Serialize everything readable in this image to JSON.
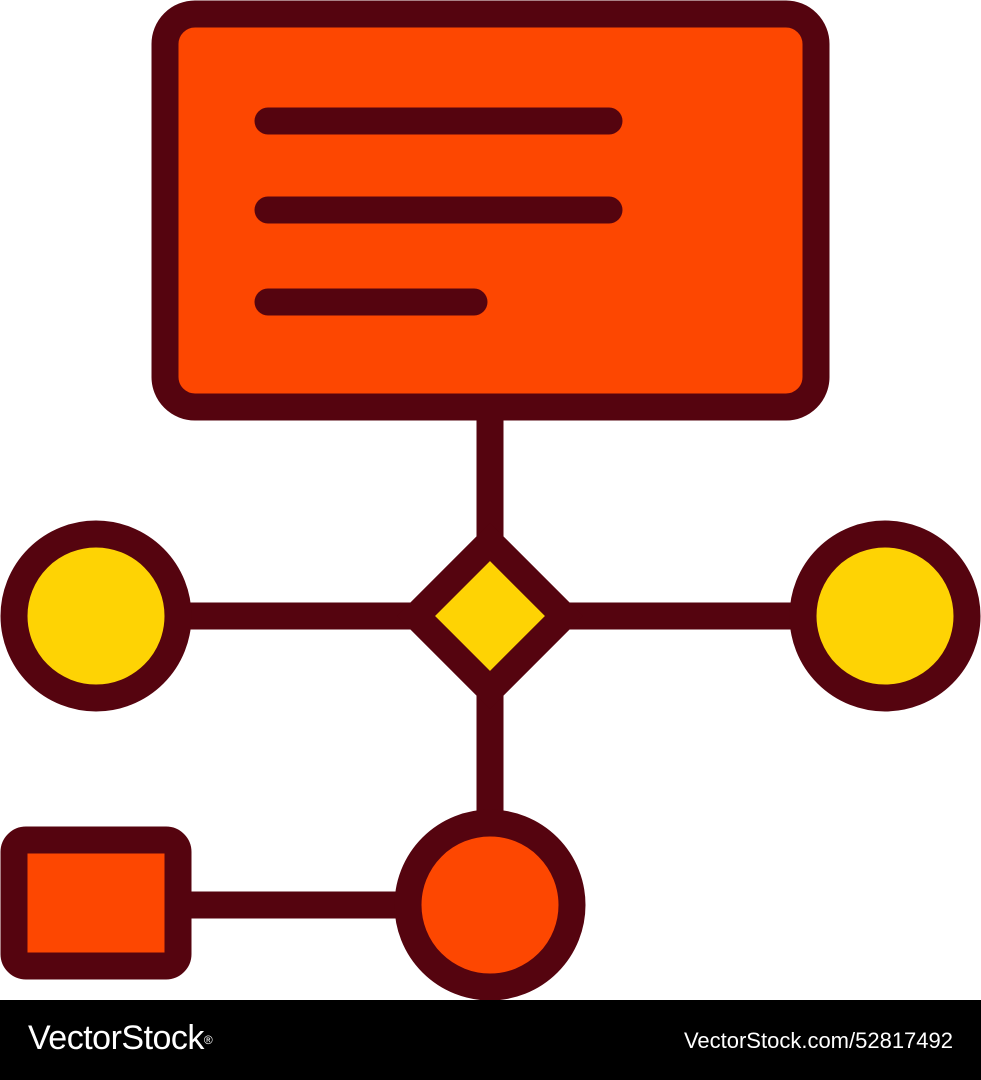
{
  "diagram": {
    "name": "flowchart-icon",
    "colors": {
      "outline": "#55040f",
      "card_fill": "#fd4701",
      "node_yellow": "#fed304",
      "node_orange": "#fd4701",
      "background": "#ffffff"
    },
    "shapes": [
      "document-card",
      "text-line",
      "text-line",
      "text-line",
      "decision-diamond",
      "left-circle-node",
      "right-circle-node",
      "bottom-circle-node",
      "square-node"
    ]
  },
  "watermark": {
    "brand": "VectorStock",
    "registered_mark": "®",
    "url": "VectorStock.com/52817492",
    "bar_color": "#000000",
    "text_color": "#ffffff"
  }
}
